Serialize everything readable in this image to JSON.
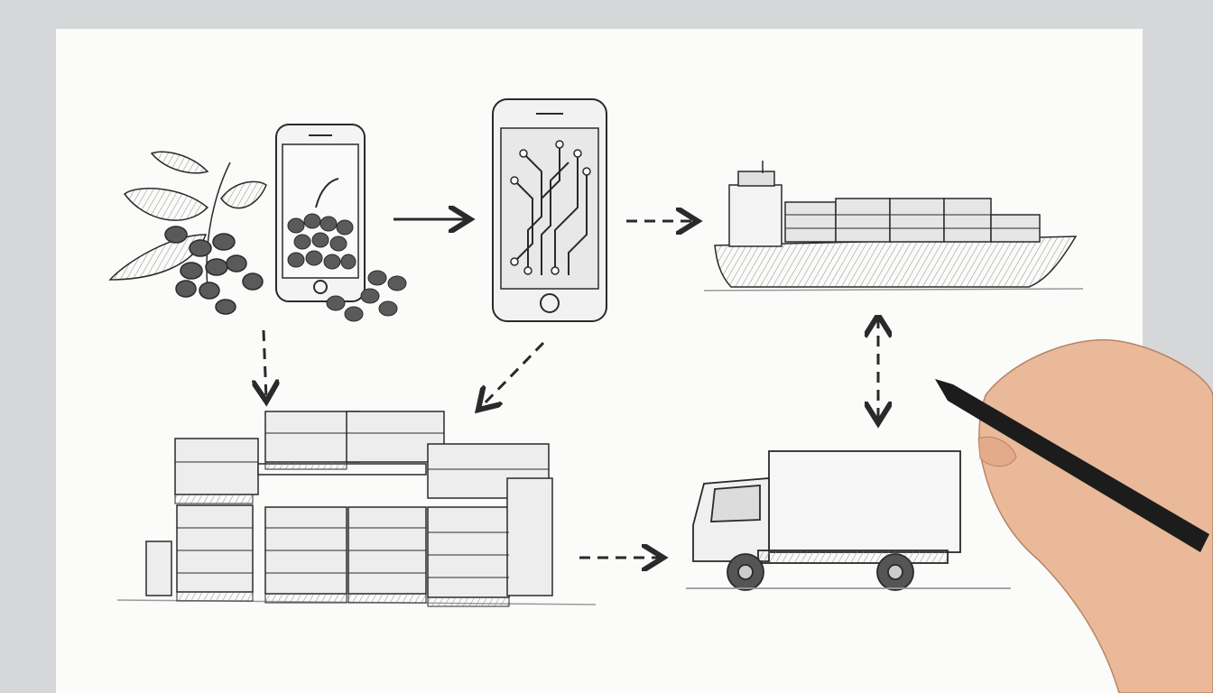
{
  "colors": {
    "background": "#d6d7d9",
    "paper": "#fbfbfa",
    "ink": "#2a2a2a",
    "shade": "#9a9a9a",
    "skin": "#e9b99a",
    "pen": "#1c1c1c"
  },
  "diagram": {
    "nodes": [
      {
        "id": "coffee-plant",
        "icon": "coffee-plant-icon"
      },
      {
        "id": "phone-beans",
        "icon": "smartphone-beans-icon"
      },
      {
        "id": "phone-circuit",
        "icon": "smartphone-circuit-icon"
      },
      {
        "id": "cargo-ship",
        "icon": "cargo-ship-icon"
      },
      {
        "id": "warehouse-pallets",
        "icon": "pallets-icon"
      },
      {
        "id": "delivery-truck",
        "icon": "truck-icon"
      }
    ],
    "edges": [
      {
        "from": "phone-beans",
        "to": "phone-circuit",
        "style": "solid"
      },
      {
        "from": "phone-circuit",
        "to": "cargo-ship",
        "style": "dashed"
      },
      {
        "from": "coffee-plant",
        "to": "warehouse-pallets",
        "style": "dashed"
      },
      {
        "from": "phone-circuit",
        "to": "warehouse-pallets",
        "style": "dashed"
      },
      {
        "from": "cargo-ship",
        "to": "delivery-truck",
        "style": "dashed-bidirectional"
      },
      {
        "from": "warehouse-pallets",
        "to": "delivery-truck",
        "style": "dashed"
      }
    ]
  }
}
